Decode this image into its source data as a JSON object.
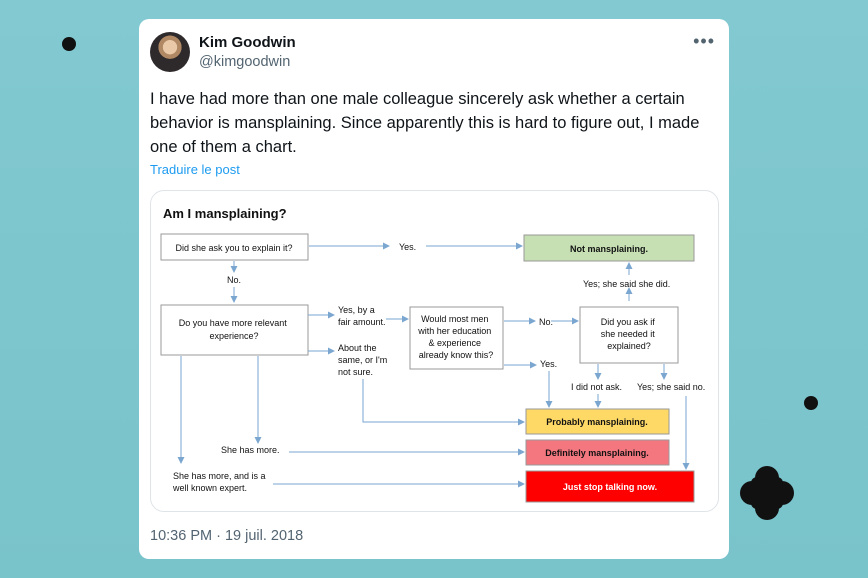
{
  "tweet": {
    "author_name": "Kim Goodwin",
    "author_handle": "@kimgoodwin",
    "more_label": "•••",
    "text": "I have had more than one male colleague sincerely ask whether a certain behavior is mansplaining. Since apparently this is hard to figure out, I made one of them a chart.",
    "translate_label": "Traduire le post",
    "timestamp": "10:36 PM · 19 juil. 2018"
  },
  "flowchart": {
    "title": "Am I mansplaining?",
    "q_explain": "Did she ask you to explain it?",
    "yes1": "Yes.",
    "no1": "No.",
    "not_mansplaining": "Not mansplaining.",
    "q_experience": [
      "Do you have more relevant",
      "experience?"
    ],
    "yes_fair": [
      "Yes, by a",
      "fair amount."
    ],
    "about_same": [
      "About the",
      "same, or I'm",
      "not sure."
    ],
    "q_men": [
      "Would most men",
      "with her education",
      "& experience",
      "already know this?"
    ],
    "no2": "No.",
    "yes2": "Yes.",
    "q_ask": [
      "Did you ask if",
      "she needed it",
      "explained?"
    ],
    "yes_said": "Yes; she said she did.",
    "did_not_ask": "I did not ask.",
    "said_no": "Yes; she said no.",
    "probably": "Probably mansplaining.",
    "she_has_more": "She has more.",
    "definitely": "Definitely mansplaining.",
    "expert": [
      "She has more, and is a",
      "well known expert."
    ],
    "stop": "Just stop talking now."
  },
  "colors": {
    "green_box": "#c6e0b4",
    "yellow_box": "#ffd966",
    "pink_box": "#f4777f",
    "red_box": "#ff0000",
    "arrow": "#7aa6d0",
    "link": "#1d9bf0"
  }
}
